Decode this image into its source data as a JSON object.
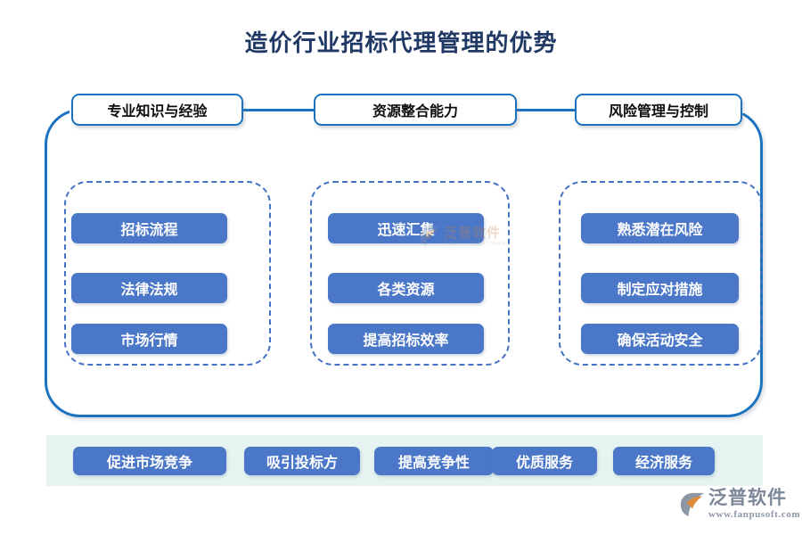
{
  "title": "造价行业招标代理管理的优势",
  "theme": {
    "frame_border": "#1a72c0",
    "pill_fill": "#4a77c8",
    "pill_text": "#ffffff",
    "dashed_border": "#4472c4",
    "band_background": "#e5f4f0",
    "title_color": "#1f3864",
    "page_background": "#ffffff"
  },
  "columns": [
    {
      "header": "专业知识与经验",
      "items": [
        "招标流程",
        "法律法规",
        "市场行情"
      ]
    },
    {
      "header": "资源整合能力",
      "items": [
        "迅速汇集",
        "各类资源",
        "提高招标效率"
      ]
    },
    {
      "header": "风险管理与控制",
      "items": [
        "熟悉潜在风险",
        "制定应对措施",
        "确保活动安全"
      ]
    }
  ],
  "bottom_band": {
    "items": [
      "促进市场竞争",
      "吸引投标方",
      "提高竞争性",
      "优质服务",
      "经济服务"
    ]
  },
  "watermark": {
    "name": "泛普软件",
    "subtitle": "FANPU SOFTWARE",
    "icon": "fanpu-logo-mark-icon"
  },
  "logo": {
    "name": "泛普软件",
    "url": "www.fanpusoft.com",
    "icon": "fanpu-logo-mark-icon"
  }
}
